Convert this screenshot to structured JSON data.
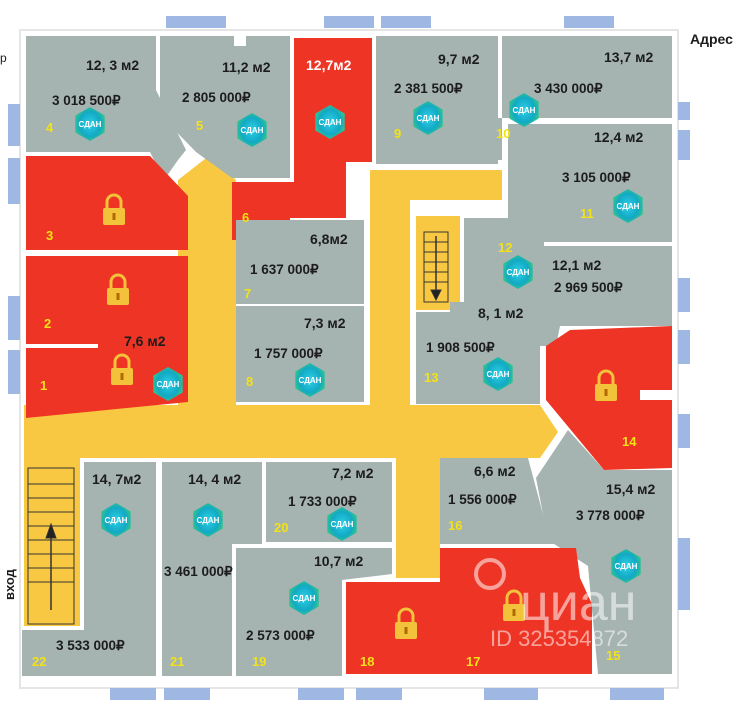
{
  "header": {
    "address_label": "Адрес",
    "left_fragment": "р"
  },
  "entrance_label": "вход",
  "badge_text": "СДАН",
  "watermark": {
    "brand": "циан",
    "id_text": "ID 325354872"
  },
  "colors": {
    "available": "#a5b3b1",
    "sold": "#ee3424",
    "corridor": "#f9c843",
    "window": "#9eb8e3"
  },
  "units": [
    {
      "num": "1",
      "area": "7,6 м2",
      "price": "",
      "status": "sold",
      "badge": true
    },
    {
      "num": "2",
      "area": "",
      "price": "",
      "status": "sold",
      "badge": false
    },
    {
      "num": "3",
      "area": "",
      "price": "",
      "status": "sold",
      "badge": false
    },
    {
      "num": "4",
      "area": "12, 3 м2",
      "price": "3 018 500₽",
      "status": "available",
      "badge": true
    },
    {
      "num": "5",
      "area": "11,2 м2",
      "price": "2 805 000₽",
      "status": "available",
      "badge": true
    },
    {
      "num": "6",
      "area": "12,7м2",
      "price": "",
      "status": "sold",
      "badge": true
    },
    {
      "num": "7",
      "area": "6,8м2",
      "price": "1 637 000₽",
      "status": "available",
      "badge": false
    },
    {
      "num": "8",
      "area": "7,3 м2",
      "price": "1 757 000₽",
      "status": "available",
      "badge": true
    },
    {
      "num": "9",
      "area": "9,7 м2",
      "price": "2 381 500₽",
      "status": "available",
      "badge": true
    },
    {
      "num": "10",
      "area": "13,7 м2",
      "price": "3 430  000₽",
      "status": "available",
      "badge": true
    },
    {
      "num": "11",
      "area": "12,4 м2",
      "price": "3 105 000₽",
      "status": "available",
      "badge": true
    },
    {
      "num": "12",
      "area": "12,1 м2",
      "price": "2 969 500₽",
      "status": "available",
      "badge": true
    },
    {
      "num": "13",
      "area": "8, 1  м2",
      "price": "1 908 500₽",
      "status": "available",
      "badge": true
    },
    {
      "num": "14",
      "area": "",
      "price": "",
      "status": "sold",
      "badge": false
    },
    {
      "num": "15",
      "area": "15,4  м2",
      "price": "3 778 000₽",
      "status": "available",
      "badge": true
    },
    {
      "num": "16",
      "area": "6,6 м2",
      "price": "1 556 000₽",
      "status": "available",
      "badge": false
    },
    {
      "num": "17",
      "area": "",
      "price": "",
      "status": "sold",
      "badge": false
    },
    {
      "num": "18",
      "area": "",
      "price": "",
      "status": "sold",
      "badge": false
    },
    {
      "num": "19",
      "area": "10,7  м2",
      "price": "2 573 000₽",
      "status": "available",
      "badge": true
    },
    {
      "num": "20",
      "area": "7,2 м2",
      "price": "1 733 000₽",
      "status": "available",
      "badge": true
    },
    {
      "num": "21",
      "area": "14, 4 м2",
      "price": "3 461 000₽",
      "status": "available",
      "badge": true
    },
    {
      "num": "22",
      "area": "14, 7м2",
      "price": "3 533 000₽",
      "status": "available",
      "badge": true
    }
  ]
}
